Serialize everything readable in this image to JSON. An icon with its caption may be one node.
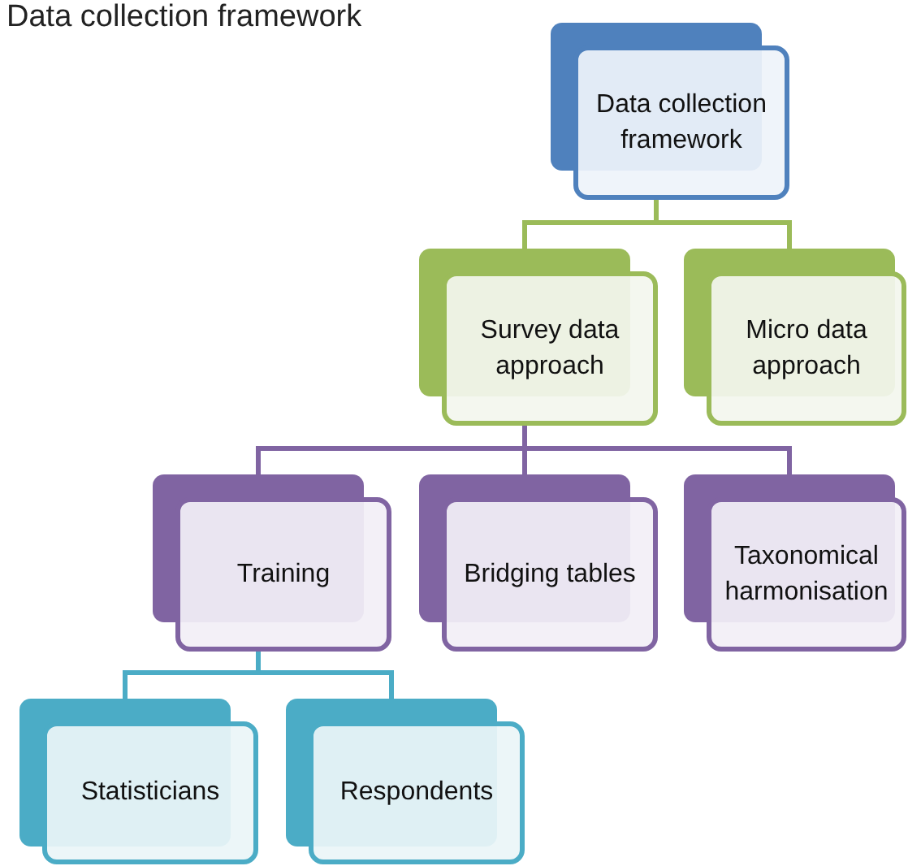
{
  "diagram": {
    "title": "Data collection framework",
    "nodes": [
      {
        "text": [
          "Data collection framework"
        ]
      },
      {
        "text": [
          "Survey data approach"
        ]
      },
      {
        "text": [
          "Micro data approach"
        ]
      },
      {
        "text": [
          "Training"
        ]
      },
      {
        "text": [
          "Bridging tables"
        ]
      },
      {
        "text": [
          "Taxonomical harmonisation"
        ]
      },
      {
        "text": [
          "Statisticians"
        ]
      },
      {
        "text": [
          "Respondents"
        ]
      }
    ],
    "edges": [
      {
        "from": 0,
        "to": 1,
        "arrow": "none",
        "color": "#9bbb59"
      },
      {
        "from": 0,
        "to": 2,
        "arrow": "none",
        "color": "#9bbb59"
      },
      {
        "from": 1,
        "to": 3,
        "arrow": "none"
      },
      {
        "from": 1,
        "to": 4,
        "arrow": "none"
      },
      {
        "from": 1,
        "to": 5,
        "arrow": "none"
      },
      {
        "from": 3,
        "to": 6,
        "arrow": "none",
        "color": "#4bacc6"
      },
      {
        "from": 3,
        "to": 7,
        "arrow": "none",
        "color": "#4bacc6"
      }
    ]
  }
}
